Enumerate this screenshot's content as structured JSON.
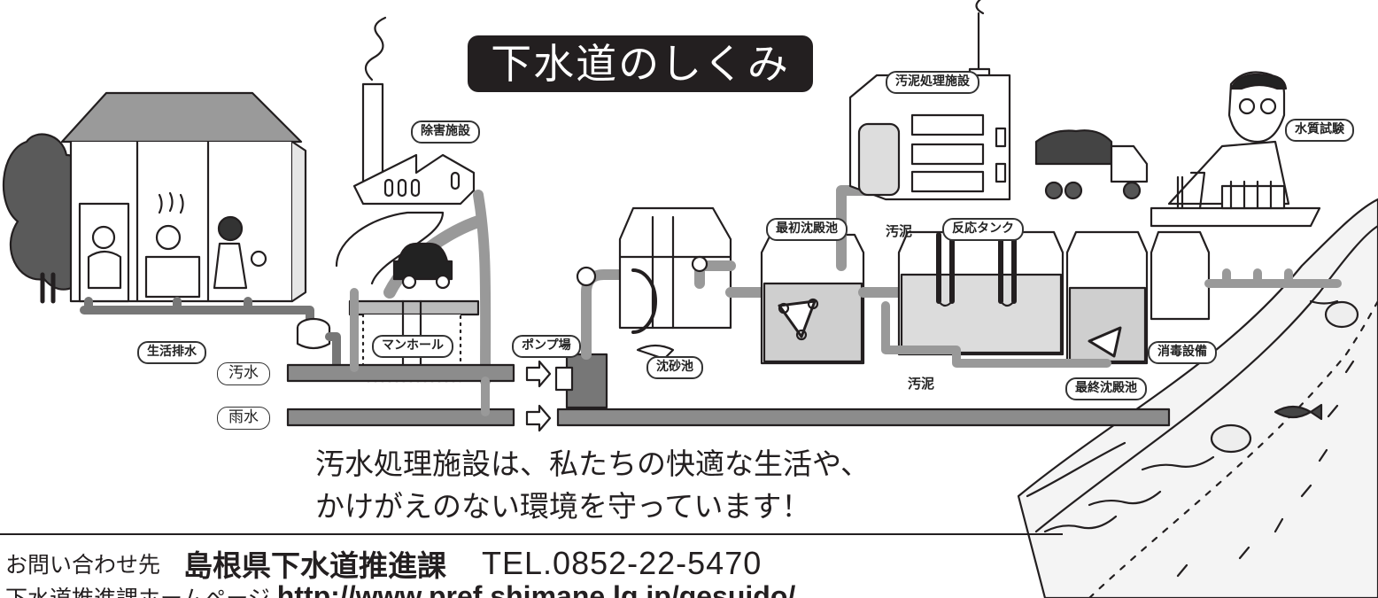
{
  "title": "下水道のしくみ",
  "labels": {
    "removal_facility": "除害施設",
    "sludge_facility": "汚泥処理施設",
    "water_test": "水質試験",
    "domestic_wastewater": "生活排水",
    "manhole": "マンホール",
    "pump_station": "ポンプ場",
    "grit_chamber": "沈砂池",
    "primary_settling": "最初沈殿池",
    "sludge_top": "汚泥",
    "reaction_tank": "反応タンク",
    "disinfection": "消毒設備",
    "sludge_bottom": "汚泥",
    "final_settling": "最終沈殿池",
    "sewage": "汚水",
    "rainwater": "雨水"
  },
  "message": {
    "line1": "汚水処理施設は、私たちの快適な生活や、",
    "line2": "かけがえのない環境を守っています！"
  },
  "contact": {
    "label": "お問い合わせ先",
    "org": "島根県下水道推進課",
    "tel": "TEL.0852-22-5470"
  },
  "homepage": {
    "label": "下水道推進課ホームページ",
    "url": "http://www.pref.shimane.lg.jp/gesuido/"
  }
}
